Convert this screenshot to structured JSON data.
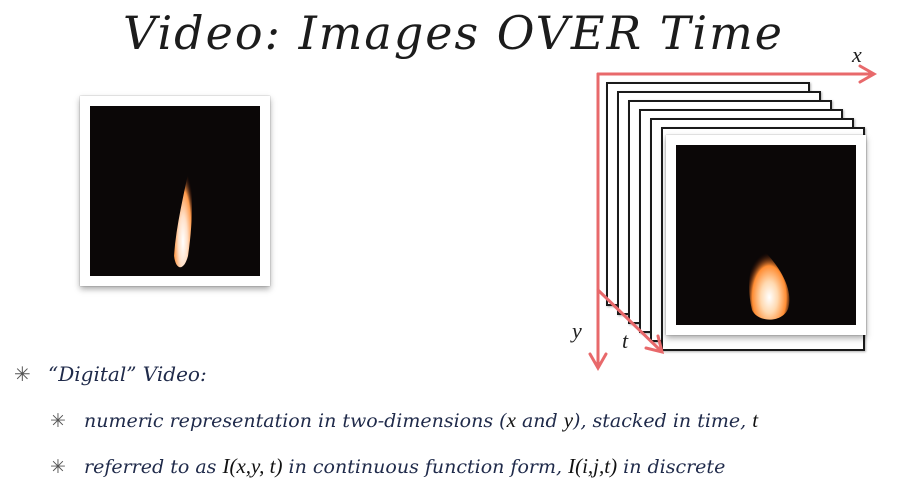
{
  "title": "Video: Images OVER Time",
  "axes": {
    "x": "x",
    "y": "y",
    "t": "t"
  },
  "bullets": {
    "level1": "“Digital” Video:",
    "item1": {
      "pre": "numeric representation in two-dimensions (",
      "x": "x",
      "mid1": " and ",
      "y": "y",
      "mid2": "), stacked in time, ",
      "t": "t"
    },
    "item2": {
      "pre": "referred to as ",
      "cont": "I(x,y, t)",
      "mid": " in continuous function form, ",
      "disc": "I(i,j,t)",
      "post": " in discrete"
    }
  },
  "colors": {
    "axis": "#e8696b",
    "frame_border": "#1a1a1a",
    "photo_bg": "#0b0707"
  },
  "icons": {
    "bullet": "asterisk-icon"
  }
}
